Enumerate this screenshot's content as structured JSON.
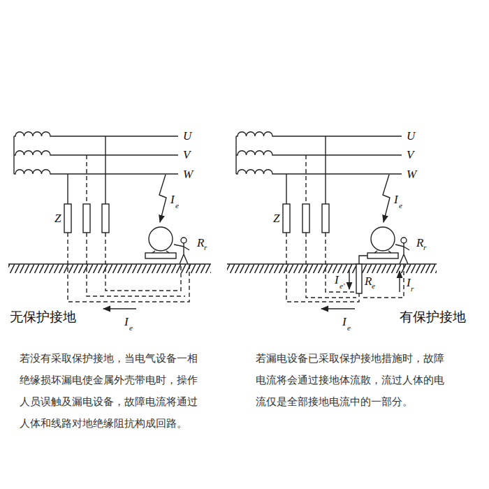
{
  "diagram": {
    "labels": [
      "U",
      "V",
      "W",
      "Z",
      "I",
      "e",
      "R",
      "r",
      "I",
      "e",
      "无保护接地",
      "若没有采取保护接地，当电气设备一相绝缘损坏漏电使金属外壳带电时，操作人员误触及漏电设备，故障电流将通过人体和线路对地绝缘阻抗构成回路。",
      "U",
      "V",
      "W",
      "Z",
      "I",
      "e",
      "R",
      "r",
      "I",
      "e'",
      "R",
      "e",
      "I",
      "r",
      "I",
      "e",
      "有保护接地",
      "若漏电设备已采取保护接地措施时，故障电流将会通过接地体流散，流过人体的电流仅是全部接地电流中的一部分。"
    ]
  }
}
